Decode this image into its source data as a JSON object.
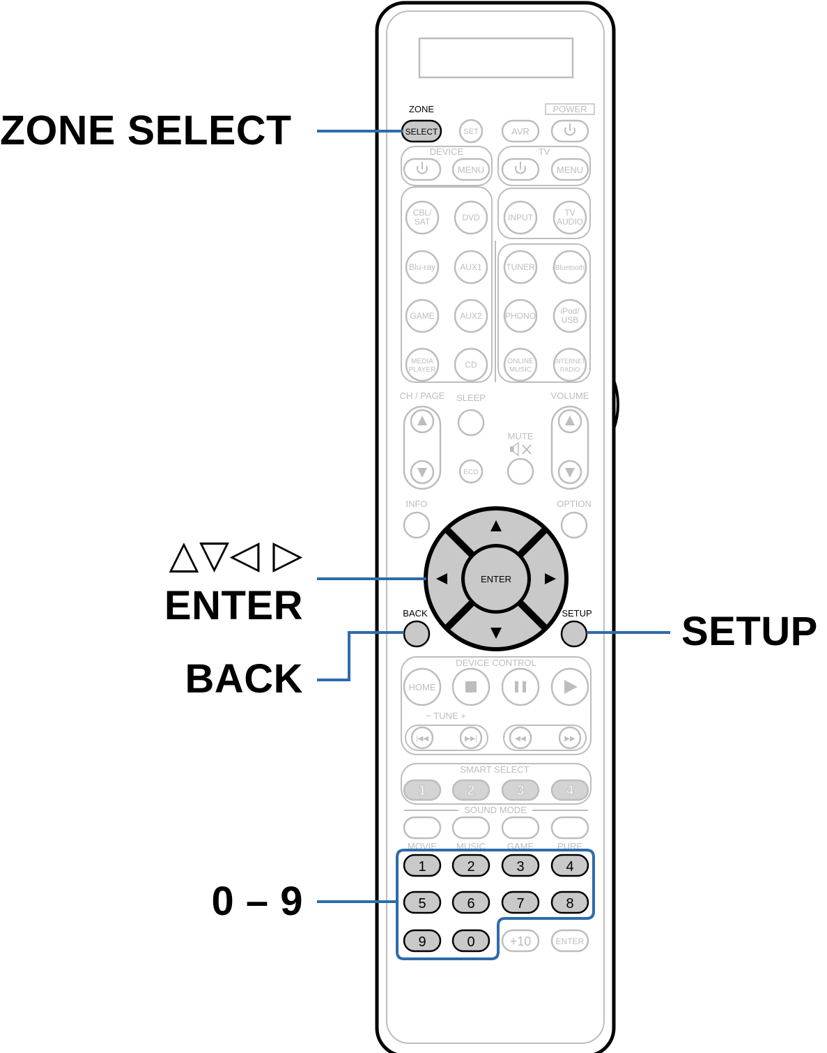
{
  "callouts": {
    "zone_select": "ZONE SELECT",
    "arrows": "△▽◁ ▷",
    "enter": "ENTER",
    "back": "BACK",
    "setup": "SETUP",
    "numbers": "0 – 9"
  },
  "colors": {
    "callout_line": "#2e6bab",
    "faded": "#bdbdbd",
    "highlight_fill": "#c9c9c9",
    "outline": "#000000"
  },
  "remote": {
    "zone_label": "ZONE",
    "select_label": "SELECT",
    "power_label": "POWER",
    "set_label": "SET",
    "avr_label": "AVR",
    "power_icon": "power-icon",
    "device_group": "DEVICE",
    "tv_group": "TV",
    "menu_label": "MENU",
    "input_label": "INPUT",
    "tv_audio_1": "TV",
    "tv_audio_2": "AUDIO",
    "sources": {
      "cbl_1": "CBL/",
      "cbl_2": "SAT",
      "dvd": "DVD",
      "bluray": "Blu-ray",
      "aux1": "AUX1",
      "tuner": "TUNER",
      "bluetooth": "Bluetooth",
      "game": "GAME",
      "aux2": "AUX2",
      "phono": "PHONO",
      "ipod_1": "iPod/",
      "ipod_2": "USB",
      "media_1": "MEDIA",
      "media_2": "PLAYER",
      "cd": "CD",
      "online_1": "ONLINE",
      "online_2": "MUSIC",
      "internet_1": "INTERNET",
      "internet_2": "RADIO"
    },
    "ch_page": "CH / PAGE",
    "sleep": "SLEEP",
    "volume": "VOLUME",
    "mute": "MUTE",
    "eco": "ECO",
    "info": "INFO",
    "option": "OPTION",
    "enter": "ENTER",
    "back": "BACK",
    "setup": "SETUP",
    "device_control": "DEVICE CONTROL",
    "home": "HOME",
    "tune": "−  TUNE  +",
    "smart_select": "SMART SELECT",
    "smart_buttons": [
      "1",
      "2",
      "3",
      "4"
    ],
    "sound_mode": "SOUND MODE",
    "sound_modes": [
      "MOVIE",
      "MUSIC",
      "GAME",
      "PURE"
    ],
    "digits": [
      "1",
      "2",
      "3",
      "4",
      "5",
      "6",
      "7",
      "8",
      "9",
      "0"
    ],
    "plus10": "+10",
    "enter_small": "ENTER"
  }
}
